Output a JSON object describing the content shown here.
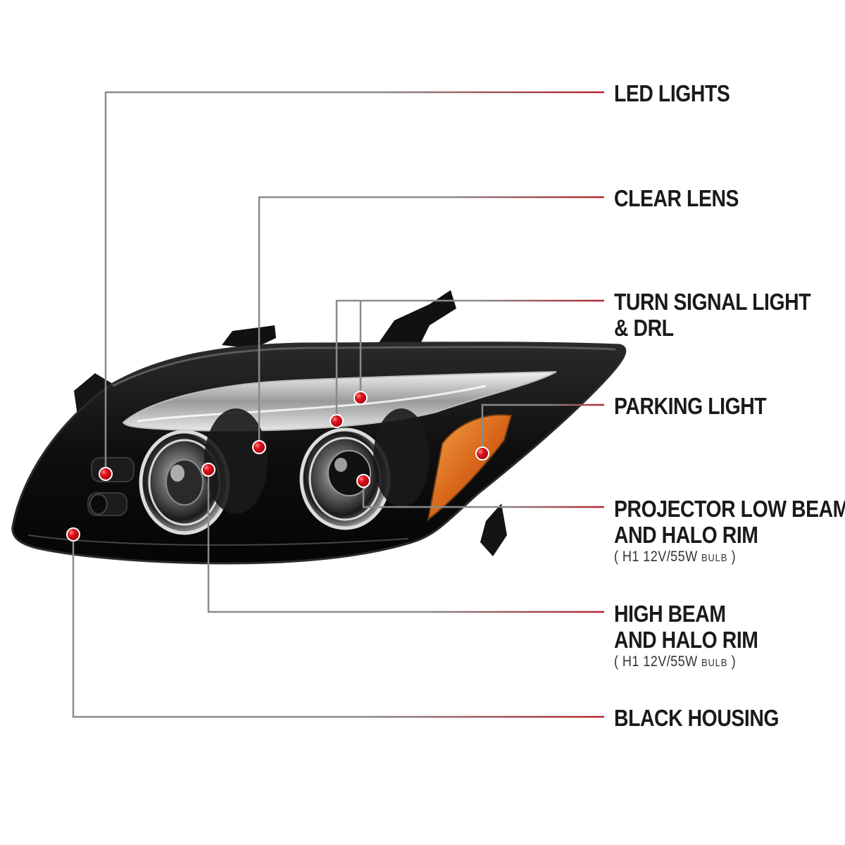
{
  "colors": {
    "leader_gray": "#8a8a8a",
    "leader_red": "#b3262c",
    "marker_red": "#e0141e",
    "housing_black": "#101010",
    "amber": "#e07a1a"
  },
  "callouts": [
    {
      "id": "led-lights",
      "label": "LED LIGHTS"
    },
    {
      "id": "clear-lens",
      "label": "CLEAR LENS"
    },
    {
      "id": "turn-signal",
      "label_line1": "TURN SIGNAL LIGHT",
      "label_line2": "& DRL"
    },
    {
      "id": "parking-light",
      "label": "PARKING LIGHT"
    },
    {
      "id": "projector-low-beam",
      "label_line1": "PROJECTOR LOW BEAM",
      "label_line2": "AND HALO RIM",
      "spec_open": "( H1  12V/55W ",
      "spec_bulb": "BULB",
      "spec_close": " )"
    },
    {
      "id": "high-beam",
      "label_line1": "HIGH BEAM",
      "label_line2": "AND HALO RIM",
      "spec_open": "( H1  12V/55W ",
      "spec_bulb": "BULB",
      "spec_close": " )"
    },
    {
      "id": "black-housing",
      "label": "BLACK HOUSING"
    }
  ]
}
